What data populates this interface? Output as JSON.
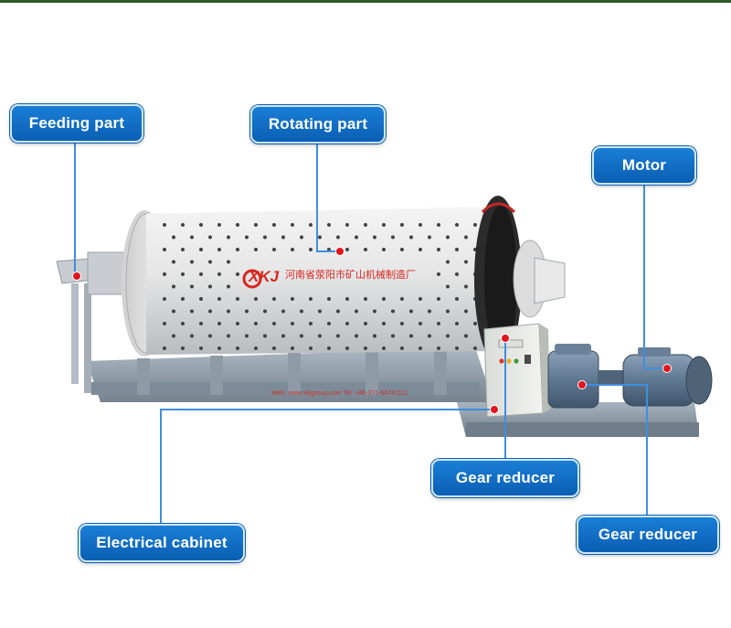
{
  "labels": {
    "feeding_part": "Feeding part",
    "rotating_part": "Rotating part",
    "motor": "Motor",
    "gear_reducer_1": "Gear reducer",
    "gear_reducer_2": "Gear reducer",
    "electrical_cabinet": "Electrical cabinet"
  },
  "machine_text": {
    "logo": "XKJ",
    "company_name": "河南省荥阳市矿山机械制造厂",
    "contact_line": "Web: www.xkjgroup.com   Tel: +86-371-64741111"
  },
  "colors": {
    "callout_fill": "#0a6bc4",
    "callout_border": "#cfe6ff",
    "leader_line": "#3d8fe0",
    "pointer_dot": "#e0141e",
    "logo_red": "#d8261e"
  }
}
